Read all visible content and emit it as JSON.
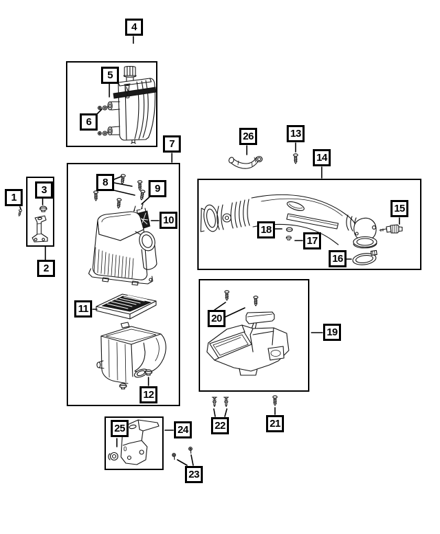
{
  "diagram": {
    "type": "exploded-parts-diagram",
    "callouts": [
      {
        "label": "1"
      },
      {
        "label": "2"
      },
      {
        "label": "3"
      },
      {
        "label": "4"
      },
      {
        "label": "5"
      },
      {
        "label": "6"
      },
      {
        "label": "7"
      },
      {
        "label": "8"
      },
      {
        "label": "9"
      },
      {
        "label": "10"
      },
      {
        "label": "11"
      },
      {
        "label": "12"
      },
      {
        "label": "13"
      },
      {
        "label": "14"
      },
      {
        "label": "15"
      },
      {
        "label": "16"
      },
      {
        "label": "17"
      },
      {
        "label": "18"
      },
      {
        "label": "19"
      },
      {
        "label": "20"
      },
      {
        "label": "21"
      },
      {
        "label": "22"
      },
      {
        "label": "23"
      },
      {
        "label": "24"
      },
      {
        "label": "25"
      },
      {
        "label": "26"
      }
    ]
  },
  "colors": {
    "background": "#ffffff",
    "line": "#111111",
    "callout_border": "#000000",
    "callout_text": "#000000",
    "part_dark_fill": "#1a1a1a"
  }
}
